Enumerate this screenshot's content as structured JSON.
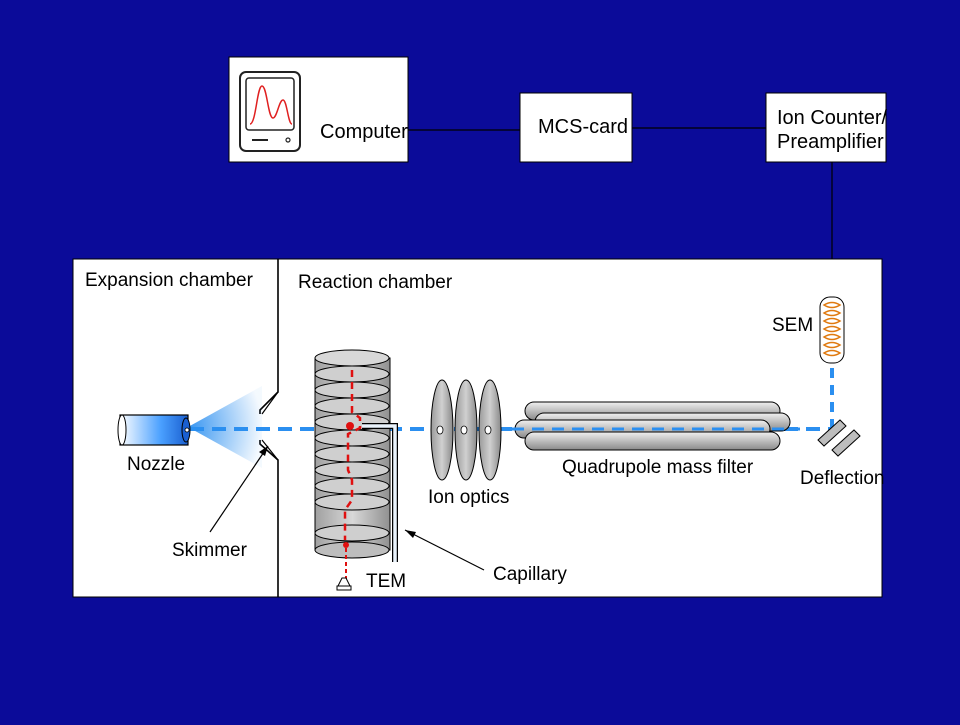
{
  "colors": {
    "background": "#0b0b99",
    "box_fill": "#ffffff",
    "beam": "#2b8ff0",
    "ion_path": "#e01010",
    "sem_coil": "#e07a10",
    "rods": "#bdbdbd",
    "trace": "#e02020"
  },
  "boxes": {
    "computer": "Computer",
    "mcs": "MCS-card",
    "ion_counter_line1": "Ion Counter/",
    "ion_counter_line2": "Preamplifier"
  },
  "chambers": {
    "expansion": "Expansion chamber",
    "reaction": "Reaction chamber"
  },
  "components": {
    "nozzle": "Nozzle",
    "skimmer": "Skimmer",
    "tem": "TEM",
    "capillary": "Capillary",
    "ion_optics": "Ion optics",
    "quadrupole": "Quadrupole mass filter",
    "sem": "SEM",
    "deflection": "Deflection"
  },
  "icons": {
    "monitor": "monitor-icon",
    "nozzle": "nozzle-icon",
    "sem": "electron-multiplier-icon",
    "tem": "tem-detector-icon"
  }
}
